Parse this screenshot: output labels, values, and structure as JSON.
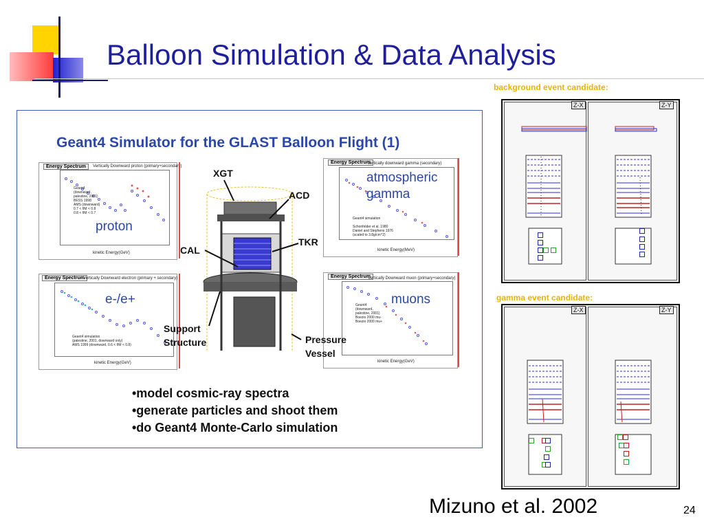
{
  "slide": {
    "title": "Balloon Simulation & Data Analysis",
    "citation": "Mizuno et al. 2002",
    "page_number": "24"
  },
  "simulation_panel": {
    "title": "Geant4 Simulator for the GLAST Balloon Flight (1)",
    "plots": {
      "proton": {
        "tag": "Energy Spectrum",
        "subtitle": "Vertically Downward proton (primary+secondary)",
        "label": "proton",
        "xlabel": "kinetic Energy(GeV)",
        "legend": "Geant4\n(downward,\npalestine, 2001)\nBESS 1998\nAMS (downward)\n0.7 < θM < 0.8\n0.8 < θM < 0.7"
      },
      "gamma": {
        "tag": "Energy Spectrum",
        "subtitle": "vertically downward gamma (secondary)",
        "label": "atmospheric\ngamma",
        "xlabel": "kinetic Energy(MeV)",
        "legend": "Geant4 simulation\n\nSchonfelder et al. 1980\nDaniel and Stephens 1976\n(scaled to 3.8g/cm^2)"
      },
      "electron": {
        "tag": "Energy Spectrum",
        "subtitle": "Vertically Downward electron (primary + secondary)",
        "label": "e-/e+",
        "xlabel": "kinetic Energy(GeV)",
        "legend": "Geant4 simulation\n(palestine, 2001, downward only)\nAMS 1999 (downward, 0.6 < θM < 0.8)"
      },
      "muon": {
        "tag": "Energy Spectrum",
        "subtitle": "Vertically Downward muon (primary+secondary)",
        "label": "muons",
        "xlabel": "kinetic Energy(GeV)",
        "legend": "Geant4\n(downward,\npalestine, 2001)\nBoezio 2000 mu-\nBoezio 2000 mu+"
      }
    },
    "instrument_labels": {
      "xgt": "XGT",
      "acd": "ACD",
      "tkr": "TKR",
      "cal": "CAL",
      "support": "Support\nStructure",
      "pressure": "Pressure\nVessel"
    },
    "bullets": [
      "•model cosmic-ray spectra",
      "•generate particles and shoot them",
      "•do Geant4 Monte-Carlo simulation"
    ]
  },
  "events": {
    "background": {
      "label": "background event candidate:",
      "view_x": "Z-X",
      "view_y": "Z-Y"
    },
    "gamma": {
      "label": "gamma event candidate:",
      "view_x": "Z-X",
      "view_y": "Z-Y"
    }
  },
  "colors": {
    "title": "#1f1f9b",
    "panel_title": "#2b48a8",
    "candidate_label": "#e8b400",
    "deco_yellow": "#ffd400",
    "deco_red": "#ff4a4a",
    "deco_blue": "#2a2ad8"
  }
}
